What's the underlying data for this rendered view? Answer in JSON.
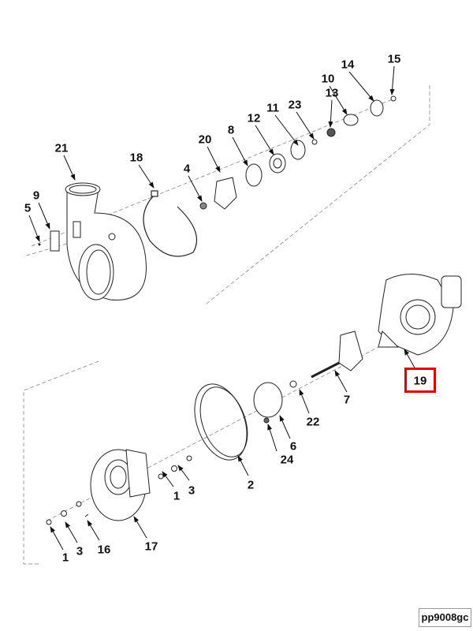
{
  "diagram": {
    "type": "exploded-parts-view",
    "highlighted_callout": "19",
    "highlight_color": "#e00000",
    "reference_code": "pp9008gc"
  },
  "callouts": [
    "15",
    "14",
    "10",
    "13",
    "23",
    "11",
    "12",
    "8",
    "20",
    "4",
    "18",
    "21",
    "9",
    "5",
    "19",
    "7",
    "22",
    "6",
    "24",
    "2",
    "1",
    "3",
    "17",
    "16",
    "3",
    "1"
  ]
}
